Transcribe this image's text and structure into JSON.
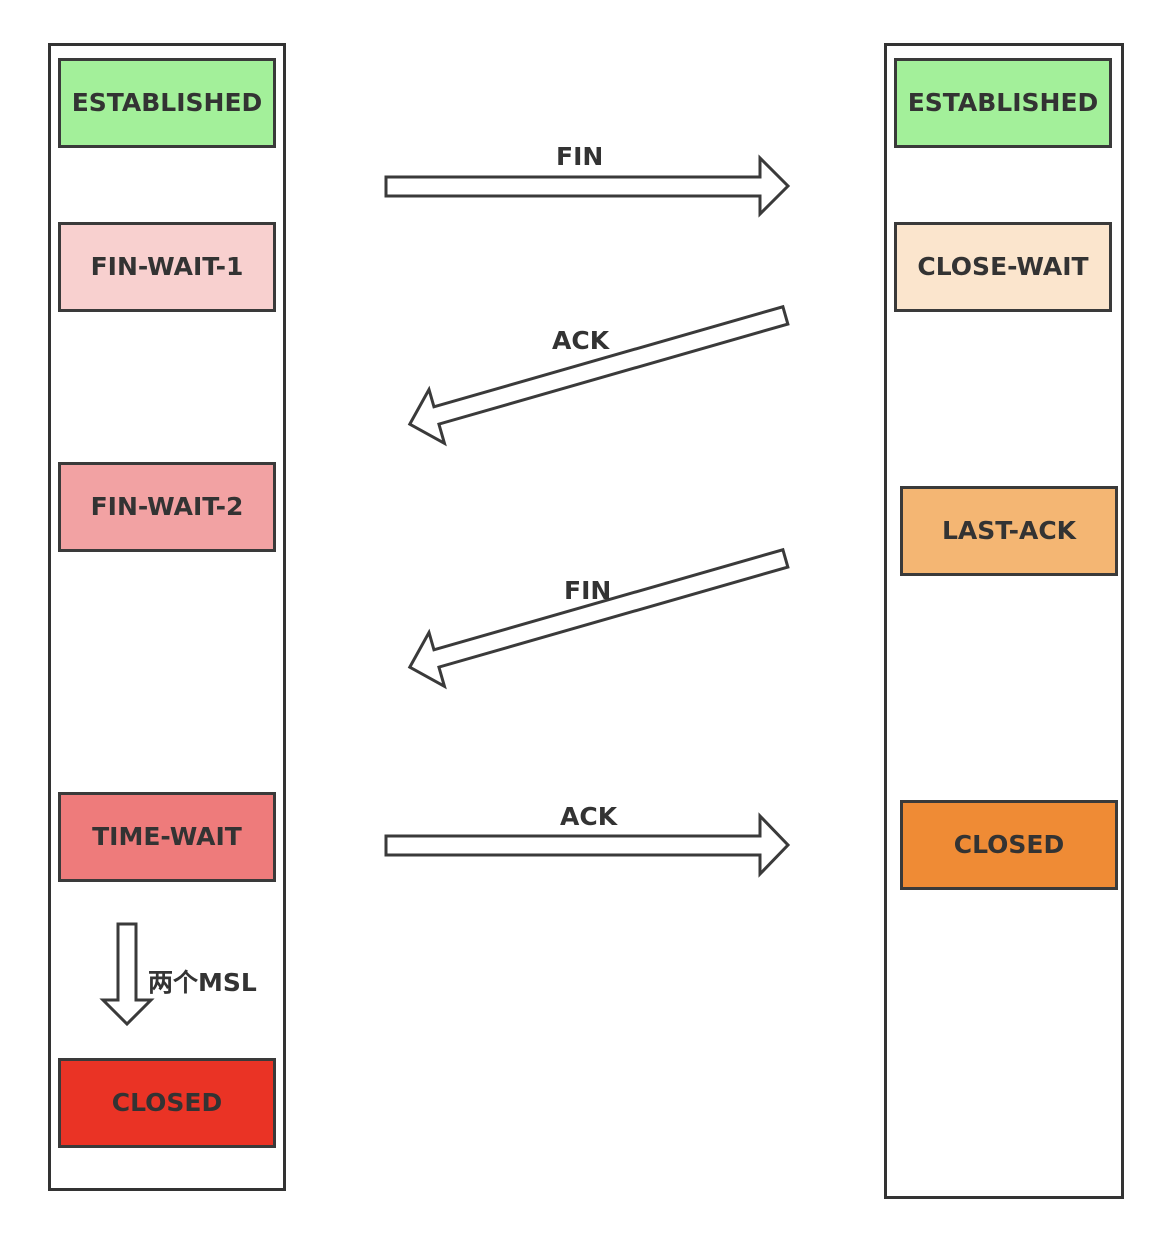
{
  "client": {
    "states": [
      {
        "id": "c-established",
        "label": "ESTABLISHED",
        "color": "#a3f09a"
      },
      {
        "id": "c-fin-wait-1",
        "label": "FIN-WAIT-1",
        "color": "#f8d0cf"
      },
      {
        "id": "c-fin-wait-2",
        "label": "FIN-WAIT-2",
        "color": "#f2a2a3"
      },
      {
        "id": "c-time-wait",
        "label": "TIME-WAIT",
        "color": "#ee7b7b"
      },
      {
        "id": "c-closed",
        "label": "CLOSED",
        "color": "#ea3325"
      }
    ],
    "wait_label": "两个MSL"
  },
  "server": {
    "states": [
      {
        "id": "s-established",
        "label": "ESTABLISHED",
        "color": "#a3f09a"
      },
      {
        "id": "s-close-wait",
        "label": "CLOSE-WAIT",
        "color": "#fbe5cd"
      },
      {
        "id": "s-last-ack",
        "label": "LAST-ACK",
        "color": "#f4b673"
      },
      {
        "id": "s-closed",
        "label": "CLOSED",
        "color": "#ef8b35"
      }
    ]
  },
  "messages": [
    {
      "label": "FIN",
      "direction": "client-to-server"
    },
    {
      "label": "ACK",
      "direction": "server-to-client"
    },
    {
      "label": "FIN",
      "direction": "server-to-client"
    },
    {
      "label": "ACK",
      "direction": "client-to-server"
    }
  ]
}
